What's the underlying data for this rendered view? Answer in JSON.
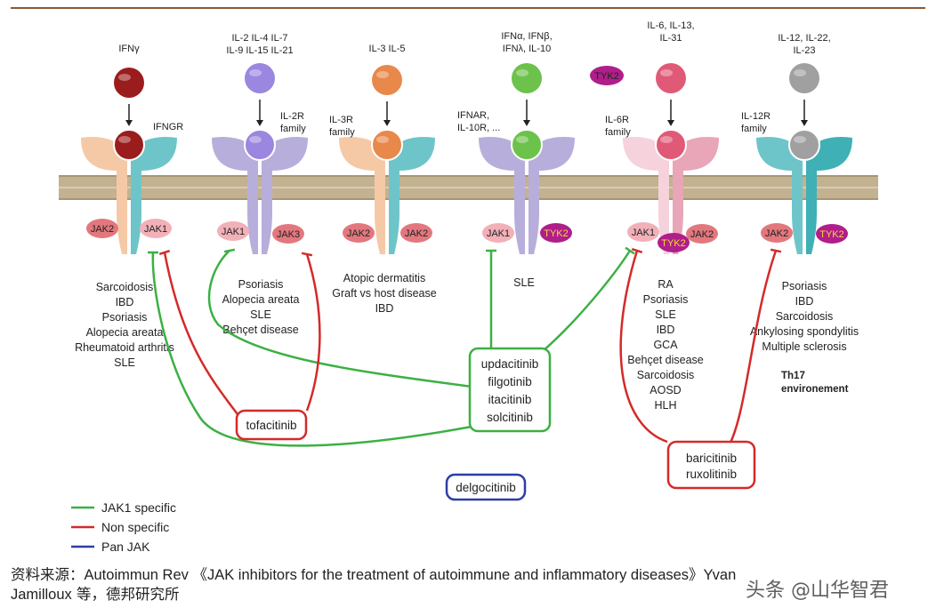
{
  "receptors": [
    {
      "ligand": [
        "IFNγ"
      ],
      "receptor": [
        "IFNGR"
      ],
      "jaks": [
        "JAK2",
        "JAK1"
      ],
      "diseases": [
        "Sarcoidosis",
        "IBD",
        "Psoriasis",
        "Alopecia areata",
        "Rheumatoid arthritis",
        "SLE"
      ],
      "colors": {
        "ligand": "#9b1c1c",
        "left": "#f5c9a6",
        "right": "#6ec5c9"
      }
    },
    {
      "ligand": [
        "IL-2 IL-4 IL-7",
        "IL-9 IL-15 IL-21"
      ],
      "receptor": [
        "IL-2R",
        "family"
      ],
      "jaks": [
        "JAK1",
        "JAK3"
      ],
      "diseases": [
        "Psoriasis",
        "Alopecia areata",
        "SLE",
        "Behçet disease"
      ],
      "colors": {
        "ligand": "#9b86e0",
        "left": "#b8aedb",
        "right": "#b8aedb"
      }
    },
    {
      "ligand": [
        "IL-3 IL-5"
      ],
      "receptor": [
        "IL-3R",
        "family"
      ],
      "jaks": [
        "JAK2",
        "JAK2"
      ],
      "diseases": [
        "Atopic dermatitis",
        "Graft vs host disease",
        "IBD"
      ],
      "colors": {
        "ligand": "#e8884a",
        "left": "#f5c9a6",
        "right": "#6ec5c9"
      }
    },
    {
      "ligand": [
        "IFNα, IFNβ,",
        "IFNλ, IL-10"
      ],
      "receptor": [
        "IFNAR,",
        "IL-10R, ..."
      ],
      "jaks": [
        "JAK1",
        "TYK2"
      ],
      "diseases": [
        "SLE"
      ],
      "colors": {
        "ligand": "#6cc24a",
        "left": "#b8aedb",
        "right": "#b8aedb"
      }
    },
    {
      "ligand": [
        "IL-6, IL-13,",
        "IL-31"
      ],
      "receptor": [
        "IL-6R",
        "family"
      ],
      "jaks": [
        "JAK1",
        "TYK2",
        "JAK2"
      ],
      "diseases": [
        "RA",
        "Psoriasis",
        "SLE",
        "IBD",
        "GCA",
        "Behçet disease",
        "Sarcoidosis",
        "AOSD",
        "HLH"
      ],
      "colors": {
        "ligand": "#e05a78",
        "left": "#f5d2dc",
        "right": "#e8a6b8"
      }
    },
    {
      "ligand": [
        "IL-12, IL-22,",
        "IL-23"
      ],
      "receptor": [
        "IL-12R",
        "family"
      ],
      "jaks": [
        "JAK2",
        "TYK2"
      ],
      "diseases": [
        "Psoriasis",
        "IBD",
        "Sarcoidosis",
        "Ankylosing spondylitis",
        "Multiple sclerosis"
      ],
      "extra": [
        "Th17",
        "environement"
      ],
      "colors": {
        "ligand": "#a0a0a0",
        "left": "#6ec5c9",
        "right": "#3fb0b5"
      }
    }
  ],
  "floating_tyk2": "TYK2",
  "drug_boxes": {
    "jak1_specific": [
      "updacitinib",
      "filgotinib",
      "itacitinib",
      "solcitinib"
    ],
    "tofacitinib": [
      "tofacitinib"
    ],
    "baricitinib": [
      "baricitinib",
      "ruxolitinib"
    ],
    "delgocitinib": [
      "delgocitinib"
    ]
  },
  "legend": [
    {
      "label": "JAK1 specific",
      "color": "#3cb043"
    },
    {
      "label": "Non specific",
      "color": "#d42a2a"
    },
    {
      "label": "Pan JAK",
      "color": "#2c3ea8"
    }
  ],
  "source": {
    "prefix": "资料来源：",
    "text_en": "Autoimmun Rev 《JAK inhibitors for the treatment of autoimmune and inflammatory diseases》Yvan",
    "line2_en": "Jamilloux",
    "line2_cn": " 等，德邦研究所"
  },
  "watermark": "头条 @山华智君"
}
